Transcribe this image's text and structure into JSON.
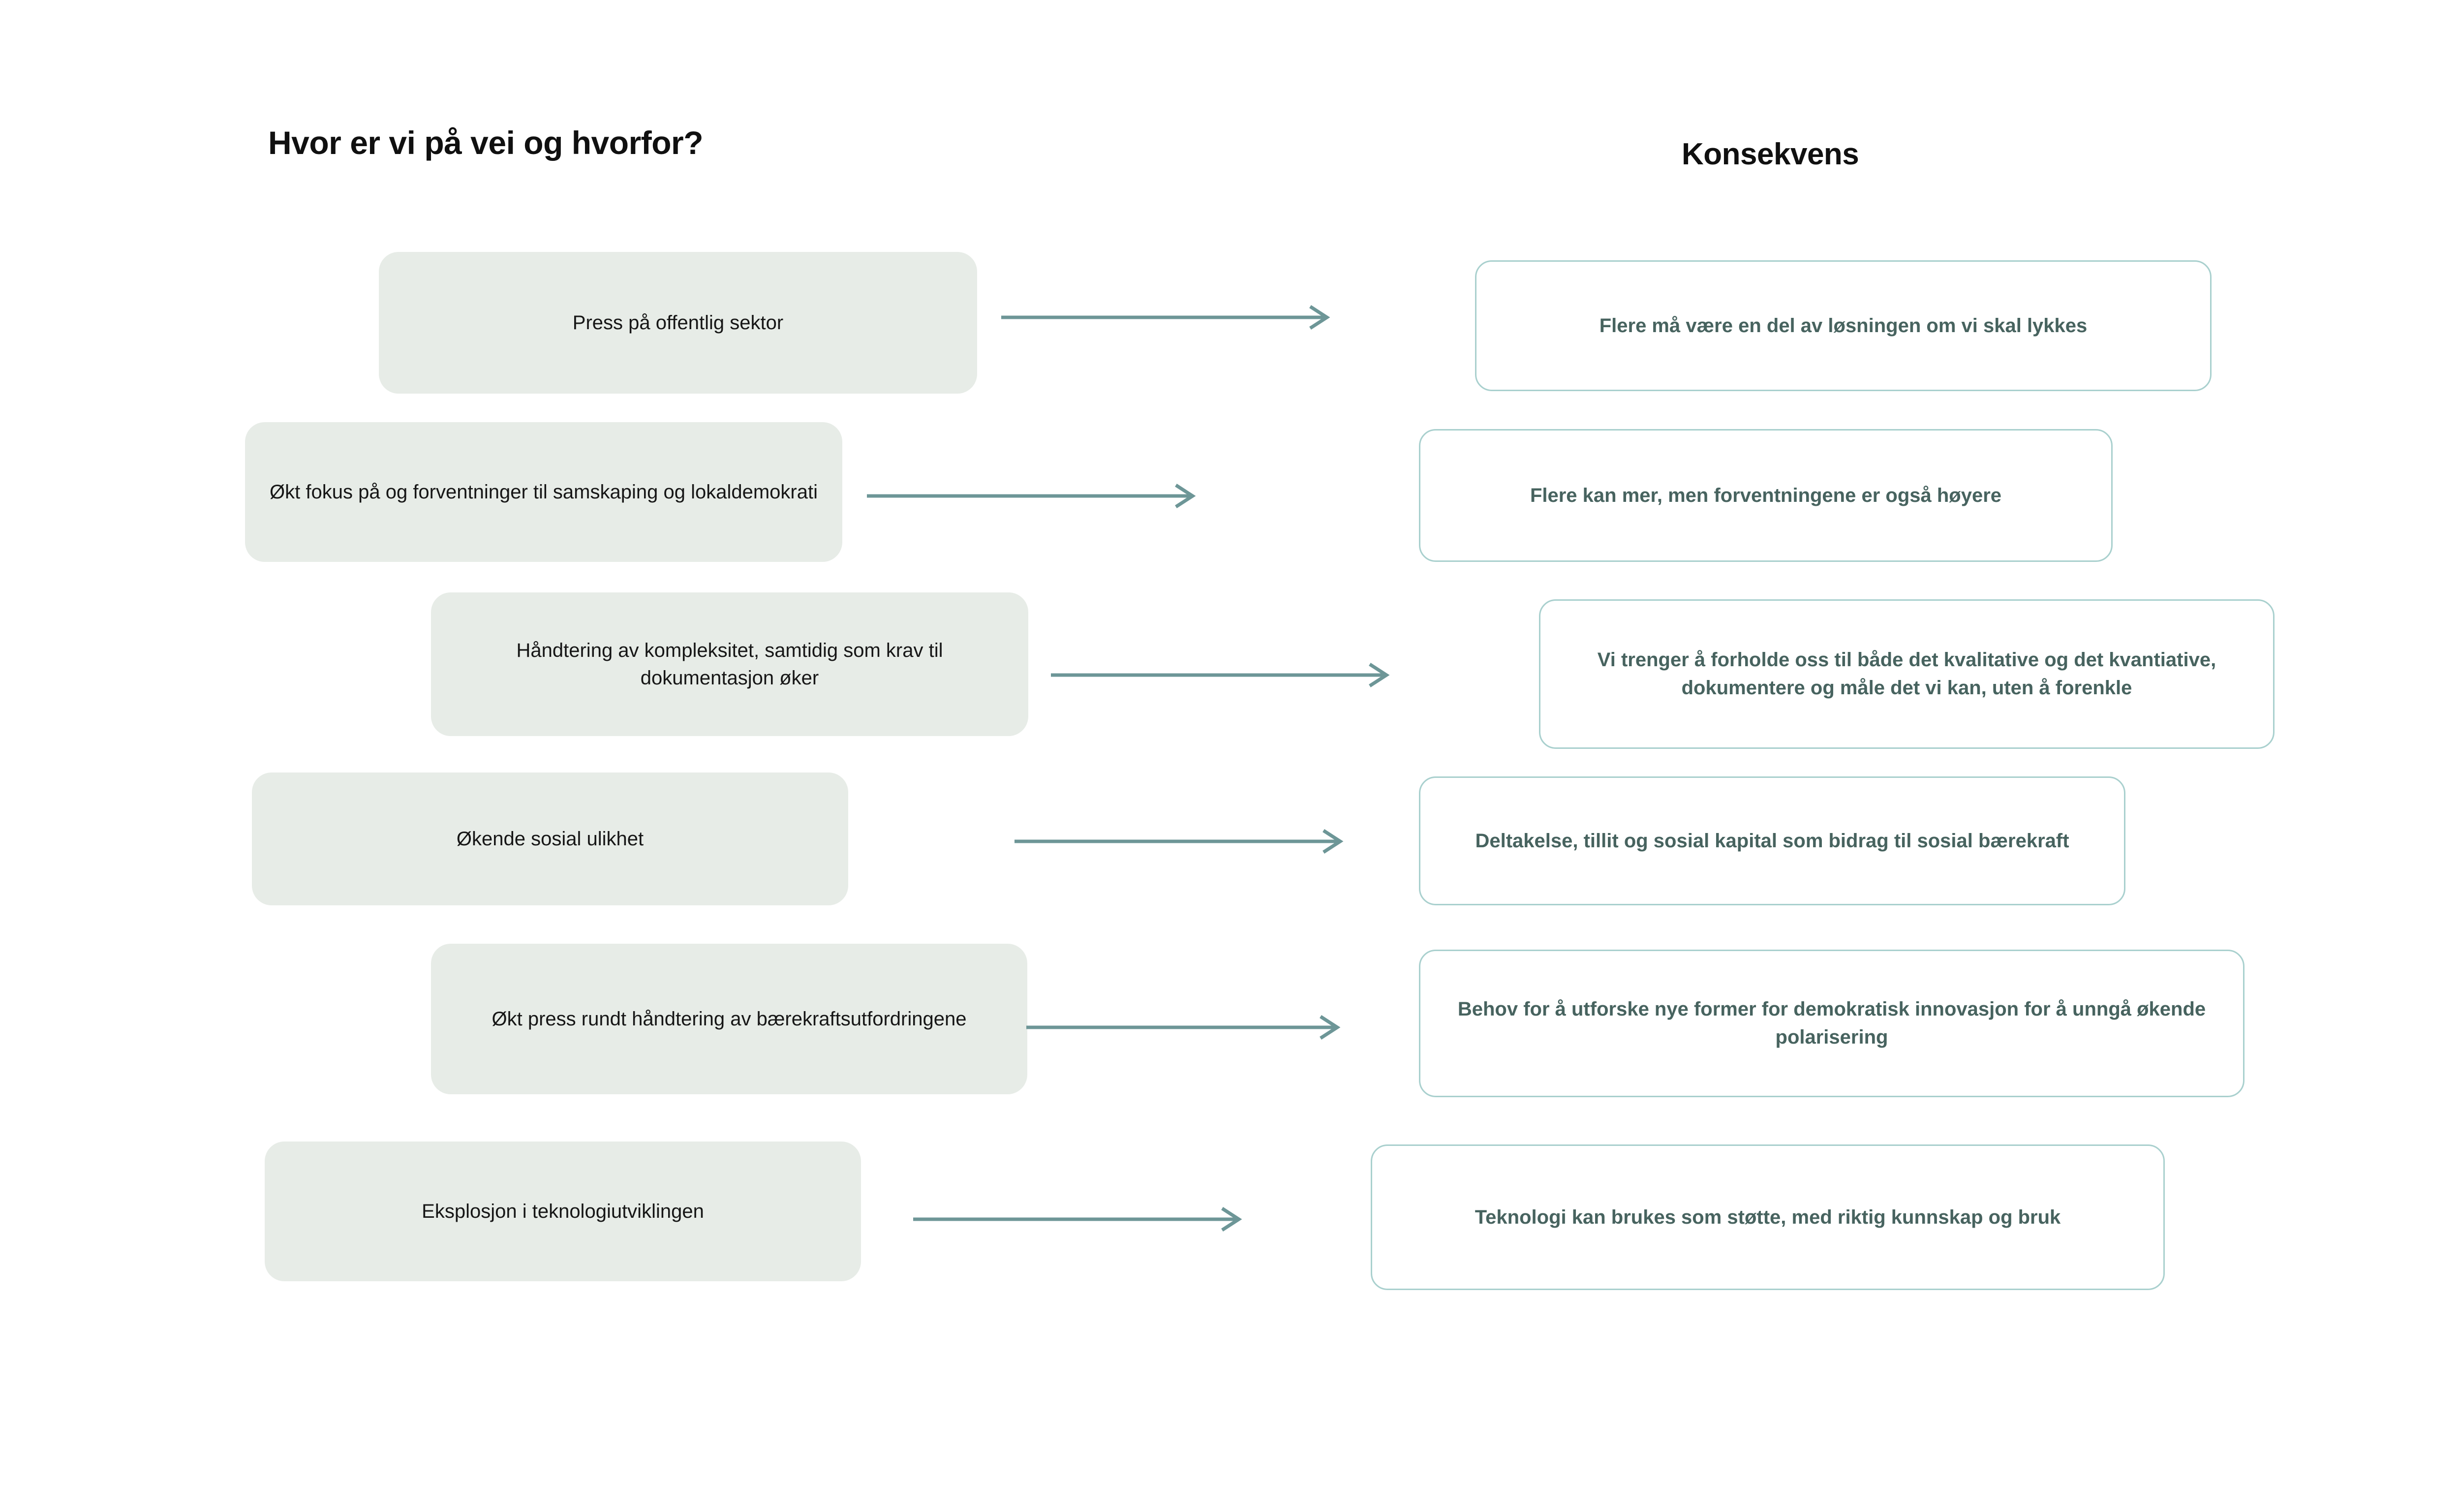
{
  "headings": {
    "left": "Hvor er vi på vei og hvorfor?",
    "right": "Konsekvens"
  },
  "colors": {
    "driver_fill": "#e7ece7",
    "driver_text": "#161616",
    "consequence_fill": "#ffffff",
    "consequence_border": "#a9d0ce",
    "consequence_text": "#47635f",
    "arrow": "#6d9697",
    "heading_text": "#101010",
    "background": "#ffffff"
  },
  "rows": [
    {
      "driver": "Press på offentlig sektor",
      "consequence": "Flere må være en del av løsningen om vi skal lykkes"
    },
    {
      "driver": "Økt fokus på og forventninger til samskaping og lokaldemokrati",
      "consequence": "Flere kan mer, men forventningene er også høyere"
    },
    {
      "driver": "Håndtering av kompleksitet, samtidig som krav til dokumentasjon øker",
      "consequence": "Vi trenger å forholde oss til både det kvalitative og det kvantiative, dokumentere og måle det vi kan, uten å forenkle"
    },
    {
      "driver": "Økende sosial ulikhet",
      "consequence": "Deltakelse, tillit og sosial kapital som bidrag til sosial bærekraft"
    },
    {
      "driver": "Økt press rundt håndtering av bærekraftsutfordringene",
      "consequence": "Behov for å utforske nye former for demokratisk innovasjon for å unngå økende polarisering"
    },
    {
      "driver": "Eksplosjon i teknologiutviklingen",
      "consequence": "Teknologi kan brukes som støtte, med riktig kunnskap og bruk"
    }
  ],
  "arrows": [
    {
      "name": "arrow-row-1"
    },
    {
      "name": "arrow-row-2"
    },
    {
      "name": "arrow-row-3"
    },
    {
      "name": "arrow-row-4"
    },
    {
      "name": "arrow-row-5"
    },
    {
      "name": "arrow-row-6"
    }
  ]
}
